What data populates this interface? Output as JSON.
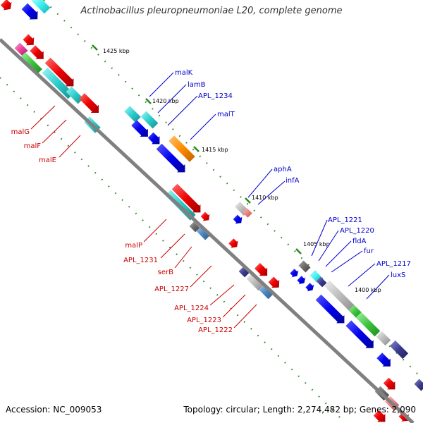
{
  "header": {
    "title": "Actinobacillus pleuropneumoniae L20, complete genome"
  },
  "footer": {
    "accession": "Accession: NC_009053",
    "summary": "Topology: circular; Length: 2,274,482 bp; Genes: 2,090"
  },
  "scale": {
    "ticks": [
      "1425 kbp",
      "1420 kbp",
      "1415 kbp",
      "1410 kbp",
      "1405 kbp",
      "1400 kbp"
    ]
  },
  "colors": {
    "backbone": "#808080",
    "scale_dots": "#2a8a1e",
    "label_blue": "#0000cc",
    "label_red": "#cc0000"
  },
  "labels": {
    "upper": [
      "malK",
      "lamB",
      "APL_1234",
      "malT",
      "aphA",
      "infA",
      "APL_1221",
      "APL_1220",
      "fldA",
      "fur",
      "APL_1217",
      "luxS"
    ],
    "lower": [
      "malG",
      "malF",
      "malE",
      "malP",
      "APL_1231",
      "serB",
      "APL_1227",
      "APL_1224",
      "APL_1223",
      "APL_1222"
    ]
  }
}
